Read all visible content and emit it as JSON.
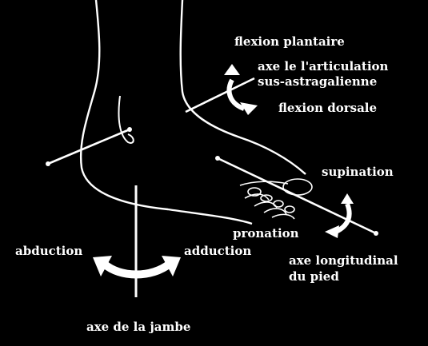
{
  "labels": {
    "flexion_plantaire": "flexion plantaire",
    "axe_articulation_line1": "axe le l'articulation",
    "axe_articulation_line2": "sus-astragalienne",
    "flexion_dorsale": "flexion dorsale",
    "supination": "supination",
    "pronation": "pronation",
    "abduction": "abduction",
    "adduction": "adduction",
    "axe_longitudinal_line1": "axe longitudinal",
    "axe_longitudinal_line2": "du pied",
    "axe_jambe": "axe de la jambe"
  },
  "colors": {
    "background": "#000000",
    "foreground": "#ffffff"
  }
}
